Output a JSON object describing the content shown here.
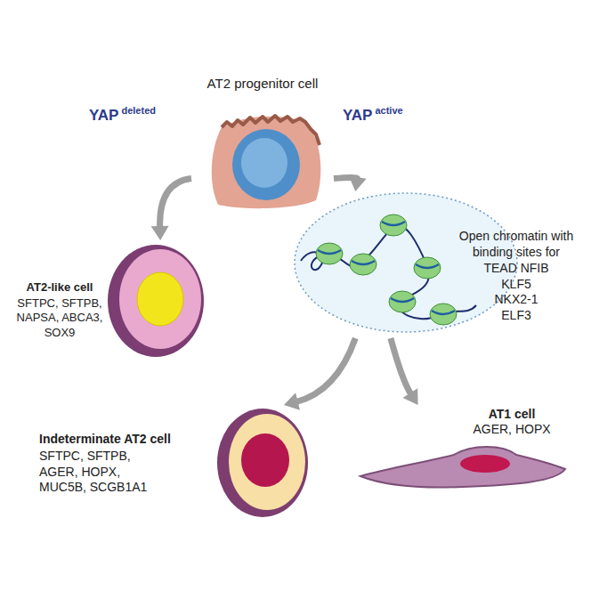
{
  "diagram": {
    "nodes": [
      {
        "text": [
          "AT2 progenitor cell"
        ]
      },
      {
        "text": [
          "AT2-like cell",
          "SFTPC, SFTPB, NAPSA, ABCA3, SOX9"
        ]
      },
      {
        "text": [
          "Open chromatin with binding sites for",
          "TEAD NFIB KLF5 NKX2-1 ELF3"
        ]
      },
      {
        "text": [
          "Indeterminate AT2 cell",
          "SFTPC, SFTPB, AGER, HOPX, MUC5B, SCGB1A1"
        ]
      },
      {
        "text": [
          "AT1 cell",
          "AGER, HOPX"
        ]
      }
    ],
    "edges": [
      {
        "from": 0,
        "to": 1,
        "label": "YAP deleted",
        "arrow": "to"
      },
      {
        "from": 0,
        "to": 2,
        "label": "YAP active",
        "arrow": "to"
      },
      {
        "from": 2,
        "to": 3,
        "arrow": "to"
      },
      {
        "from": 2,
        "to": 4,
        "arrow": "to"
      }
    ]
  }
}
